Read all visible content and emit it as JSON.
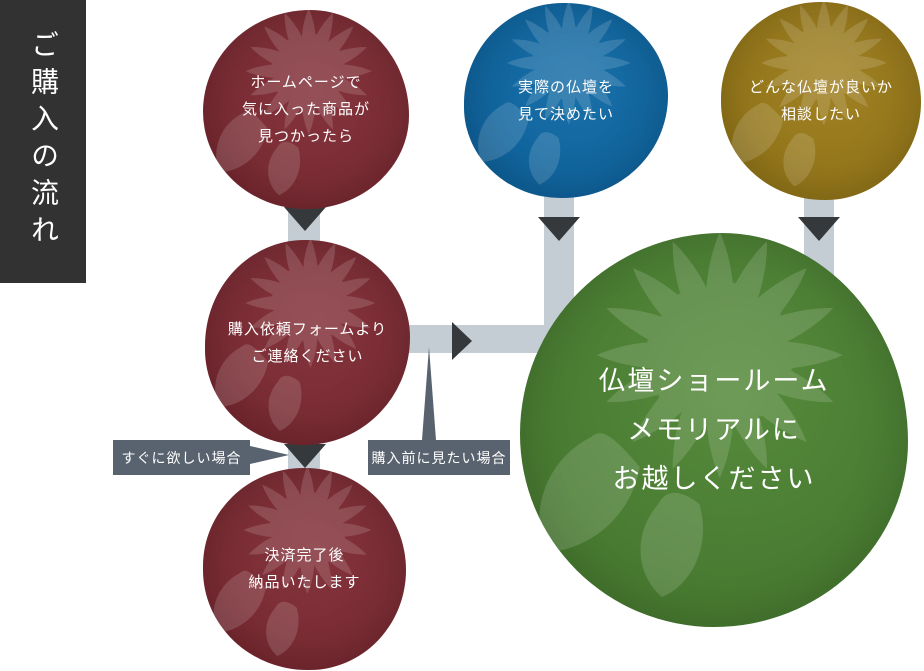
{
  "banner": {
    "title": "ご購入の流れ",
    "bg_color": "#323232",
    "text_color": "#ffffff"
  },
  "steps": {
    "homepage": {
      "lines": [
        "ホームページで",
        "気に入った商品が",
        "見つかったら"
      ],
      "color": "#7b2d35"
    },
    "see_altar": {
      "lines": [
        "実際の仏壇を",
        "見て決めたい"
      ],
      "color": "#11669f"
    },
    "consult": {
      "lines": [
        "どんな仏壇が良いか",
        "相談したい"
      ],
      "color": "#96781c"
    },
    "order_form": {
      "lines": [
        "購入依頼フォームより",
        "ご連絡ください"
      ],
      "color": "#7b2d35"
    },
    "showroom": {
      "lines": [
        "仏壇ショールーム",
        "メモリアルに",
        "お越しください"
      ],
      "color": "#4a7d33"
    },
    "delivery": {
      "lines": [
        "決済完了後",
        "納品いたします"
      ],
      "color": "#7b2d35"
    }
  },
  "callouts": {
    "want_now": "すぐに欲しい場合",
    "see_before_buy": "購入前に見たい場合",
    "bg_color": "#59636f"
  },
  "connectors": {
    "bar_color": "#c4ccd4",
    "arrow_color": "#36393c"
  }
}
